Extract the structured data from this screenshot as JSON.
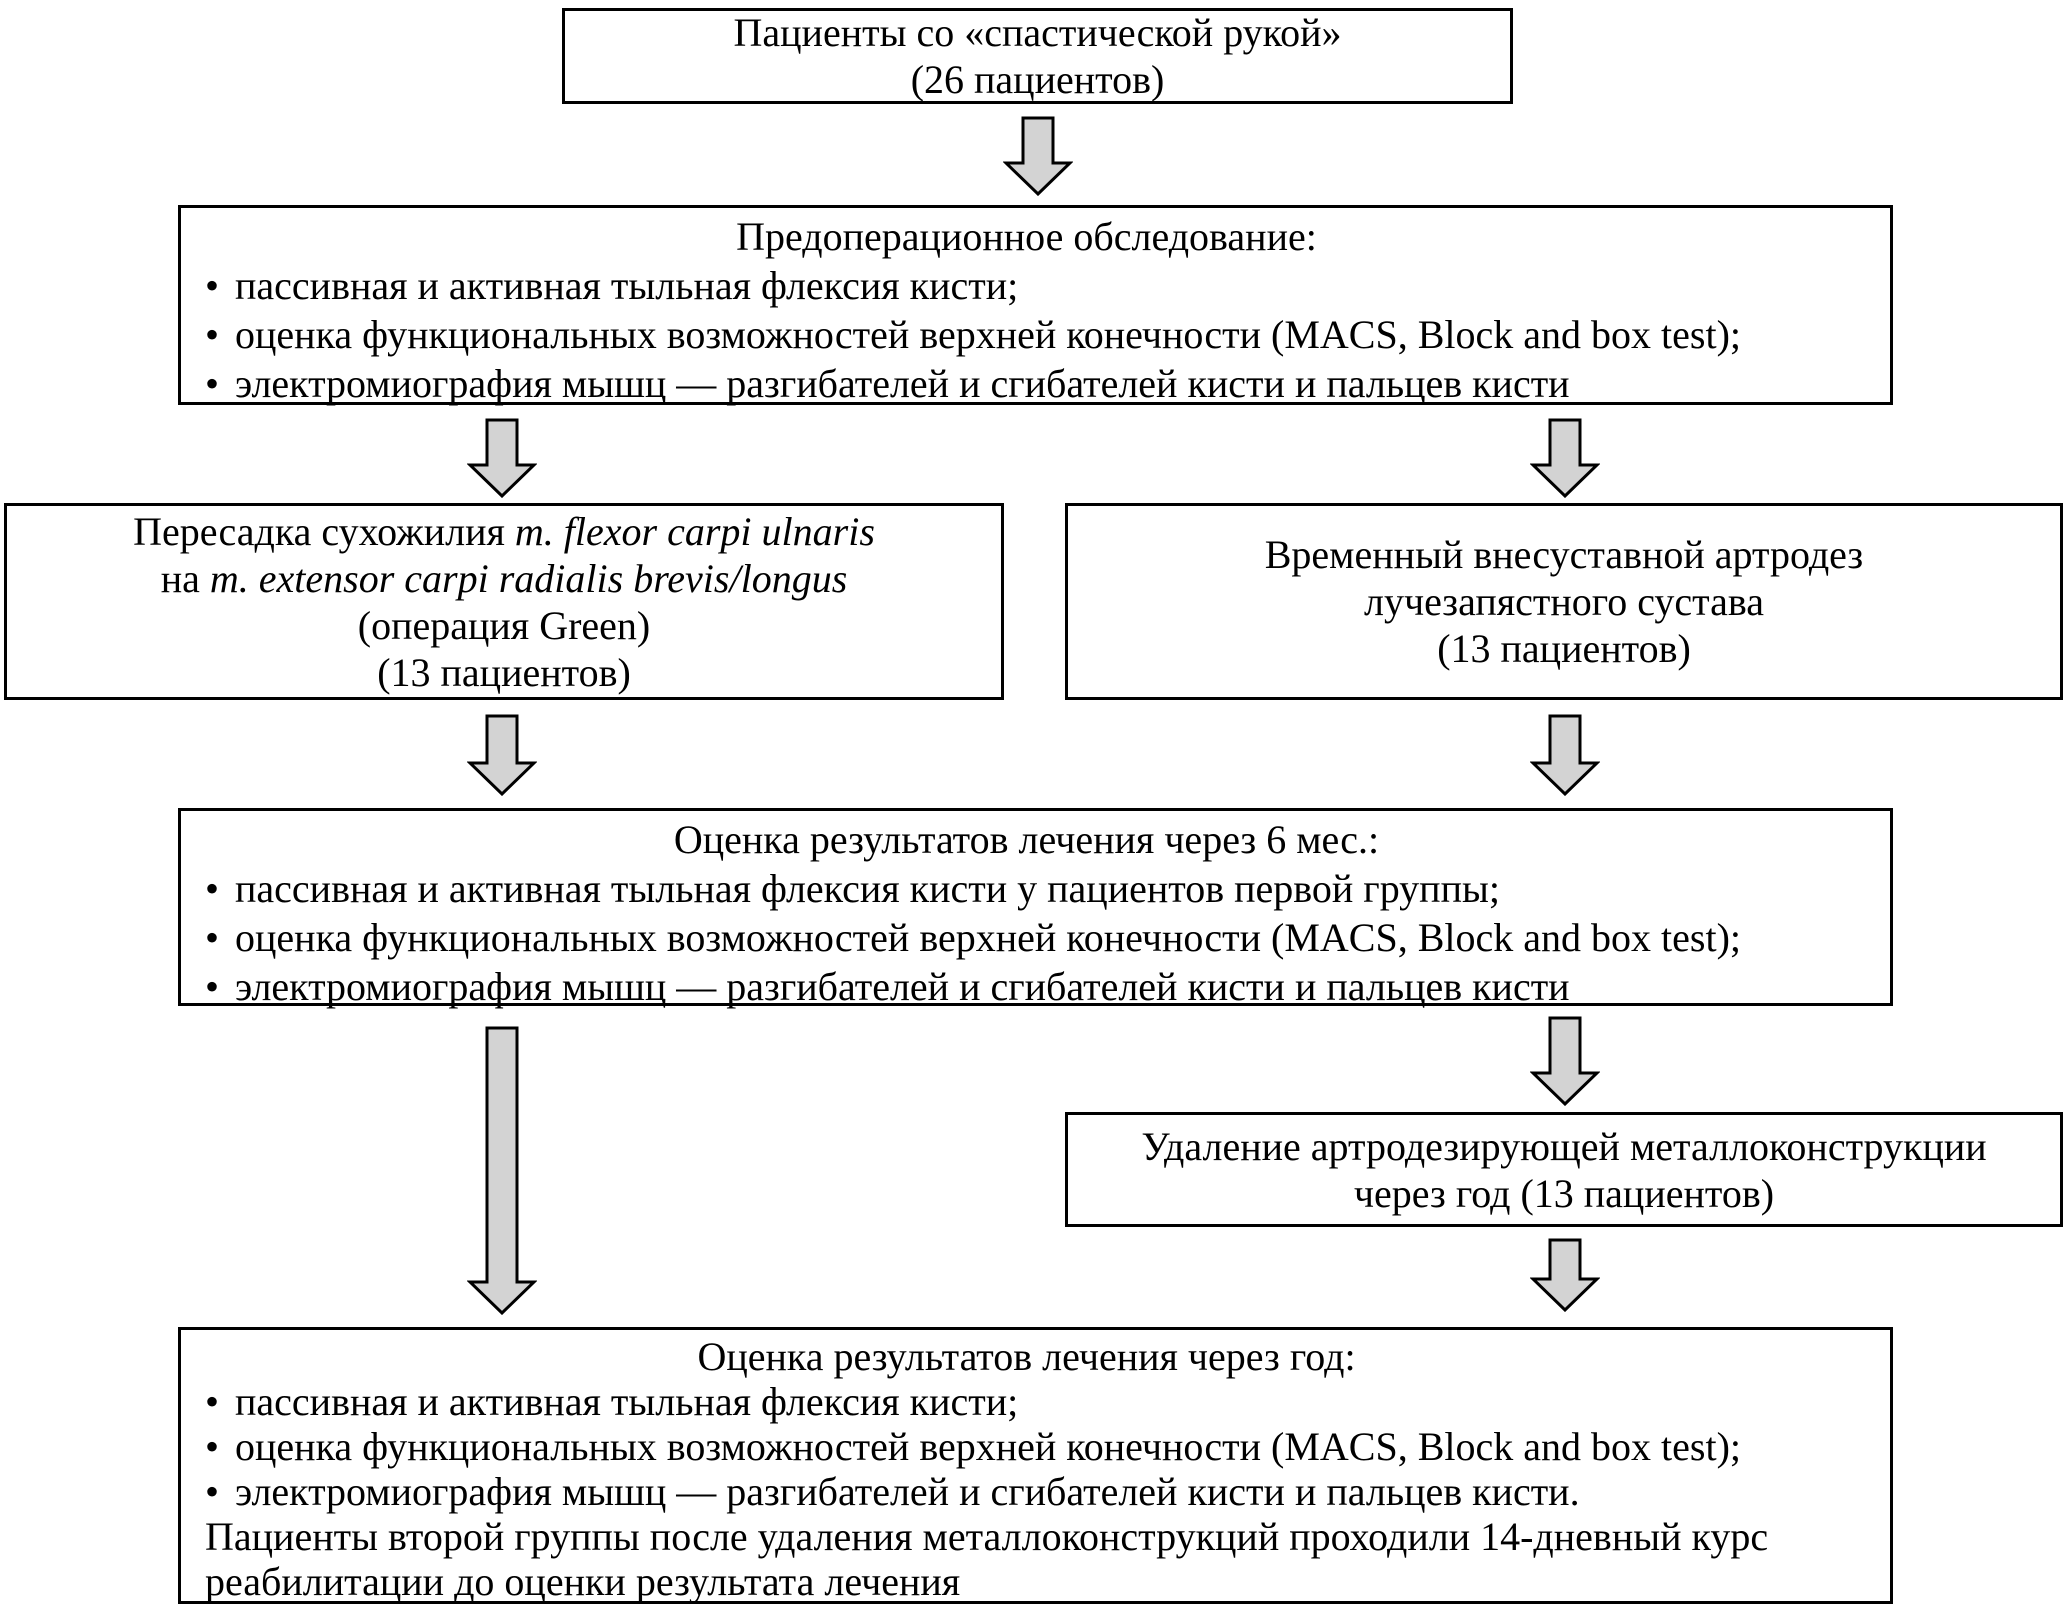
{
  "colors": {
    "arrow_fill": "#d3d3d3",
    "arrow_stroke": "#000000",
    "box_border": "#000000",
    "box_background": "#ffffff",
    "text": "#000000"
  },
  "glyphs": {
    "bullet": "•"
  },
  "boxes": {
    "patients": {
      "line1": "Пациенты со «спастической рукой»",
      "line2": "(26 пациентов)"
    },
    "preop": {
      "title": "Предоперационное обследование:",
      "bullets": [
        "пассивная и активная тыльная флексия кисти;",
        "оценка функциональных возможностей верхней конечности (MACS, Block and box test);",
        "электромиография мышц — разгибателей и сгибателей кисти и пальцев кисти"
      ]
    },
    "tendon_transfer": {
      "line1_normal": "Пересадка сухожилия ",
      "line1_italic": "m. flexor carpi ulnaris",
      "line2_normal": "на ",
      "line2_italic": "m. extensor carpi radialis brevis/longus",
      "line3": "(операция Green)",
      "line4": "(13 пациентов)"
    },
    "arthrodesis": {
      "line1": "Временный внесуставной артродез",
      "line2": "лучезапястного сустава",
      "line3": "(13 пациентов)"
    },
    "six_month": {
      "title": "Оценка результатов лечения через 6 мес.:",
      "bullets": [
        "пассивная и активная тыльная флексия кисти у пациентов первой группы;",
        "оценка функциональных возможностей верхней конечности (MACS, Block and box test);",
        "электромиография мышц — разгибателей и сгибателей кисти и пальцев кисти"
      ]
    },
    "hardware_removal": {
      "line1": "Удаление артродезирующей металлоконструкции",
      "line2": "через год (13 пациентов)"
    },
    "one_year": {
      "title": "Оценка результатов лечения через год:",
      "bullets": [
        "пассивная и активная тыльная флексия кисти;",
        "оценка функциональных возможностей верхней конечности (MACS, Block and box test);",
        "электромиография мышц — разгибателей и сгибателей кисти и пальцев кисти."
      ],
      "note": "Пациенты второй группы после удаления металлоконструкций проходили 14-дневный курс реабилитации до оценки результата лечения"
    }
  }
}
